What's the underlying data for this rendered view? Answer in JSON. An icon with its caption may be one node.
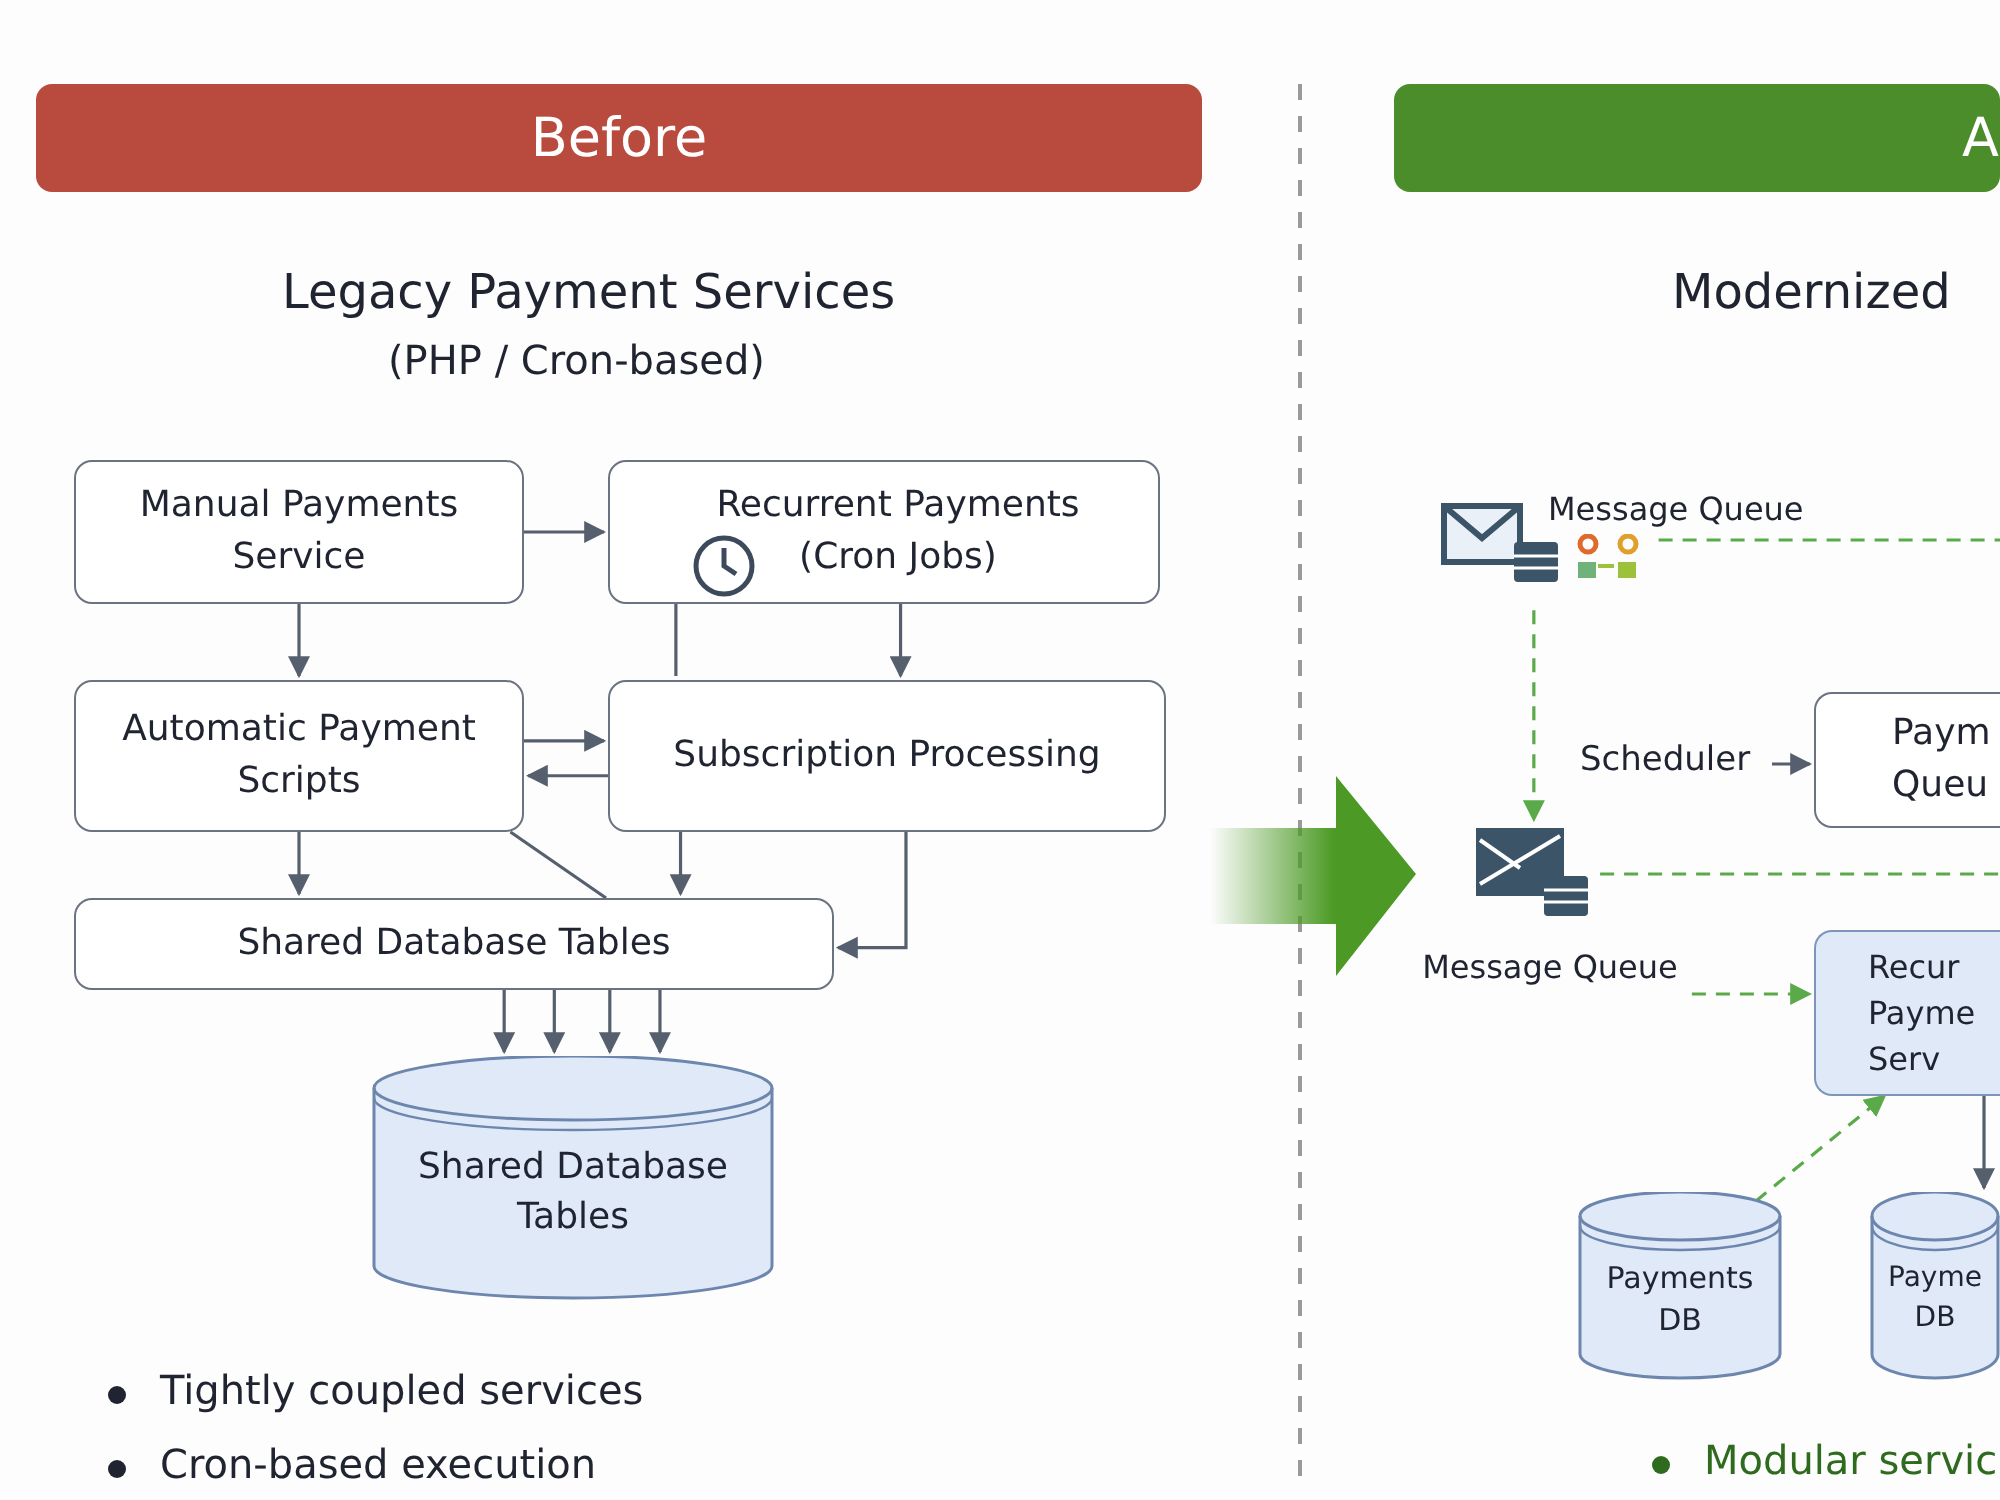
{
  "diagram": {
    "nodes": [
      {
        "text": [
          "Before"
        ]
      },
      {
        "text": [
          "A"
        ]
      },
      {
        "text": [
          "Manual Payments Service"
        ]
      },
      {
        "text": [
          "Recurrent Payments (Cron Jobs)"
        ]
      },
      {
        "text": [
          "Automatic Payment Scripts"
        ]
      },
      {
        "text": [
          "Subscription Processing"
        ]
      },
      {
        "text": [
          "Shared Database Tables"
        ]
      },
      {
        "text": [
          "Shared Database Tables"
        ]
      },
      {
        "text": [
          "Message Queue"
        ]
      },
      {
        "text": [
          "Scheduler"
        ]
      },
      {
        "text": [
          "Paym Queu"
        ]
      },
      {
        "text": [
          "Message Queue"
        ]
      },
      {
        "text": [
          "Recur Payme Serv"
        ]
      },
      {
        "text": [
          "Payments DB"
        ]
      },
      {
        "text": [
          "Payme DB"
        ]
      }
    ],
    "edges": [
      {
        "from": 2,
        "to": 3,
        "arrow": "to"
      },
      {
        "from": 2,
        "to": 4,
        "arrow": "to"
      },
      {
        "from": 3,
        "to": 5,
        "arrow": "to"
      },
      {
        "from": 3,
        "to": 5,
        "arrow": "none"
      },
      {
        "from": 4,
        "to": 5,
        "arrow": "to"
      },
      {
        "from": 5,
        "to": 4,
        "arrow": "to"
      },
      {
        "from": 4,
        "to": 6,
        "arrow": "to"
      },
      {
        "from": 4,
        "to": 6,
        "arrow": "none"
      },
      {
        "from": 5,
        "to": 6,
        "arrow": "to"
      },
      {
        "from": 5,
        "to": 6,
        "arrow": "to"
      },
      {
        "from": 6,
        "to": 7,
        "arrow": "to"
      },
      {
        "from": 6,
        "to": 7,
        "arrow": "to"
      },
      {
        "from": 6,
        "to": 7,
        "arrow": "to"
      },
      {
        "from": 6,
        "to": 7,
        "arrow": "to"
      },
      {
        "from": 8,
        "to": 11,
        "arrow": "to",
        "style": "dashed",
        "color": "#5aaa4a"
      },
      {
        "from": 8,
        "to": null,
        "arrow": "none",
        "style": "dashed",
        "color": "#5aaa4a"
      },
      {
        "from": 9,
        "to": 10,
        "arrow": "to"
      },
      {
        "from": 11,
        "to": null,
        "arrow": "none",
        "style": "dashed",
        "color": "#5aaa4a"
      },
      {
        "from": 11,
        "to": 12,
        "arrow": "to",
        "style": "dashed",
        "color": "#5aaa4a"
      },
      {
        "from": 13,
        "to": 12,
        "arrow": "to",
        "style": "dashed",
        "color": "#5aaa4a"
      },
      {
        "from": 12,
        "to": 14,
        "arrow": "to"
      }
    ],
    "labels": [
      "Legacy Payment Services",
      "(PHP / Cron-based)",
      "Modernized",
      "Tightly coupled services",
      "Cron-based execution",
      "Modular servic"
    ]
  }
}
